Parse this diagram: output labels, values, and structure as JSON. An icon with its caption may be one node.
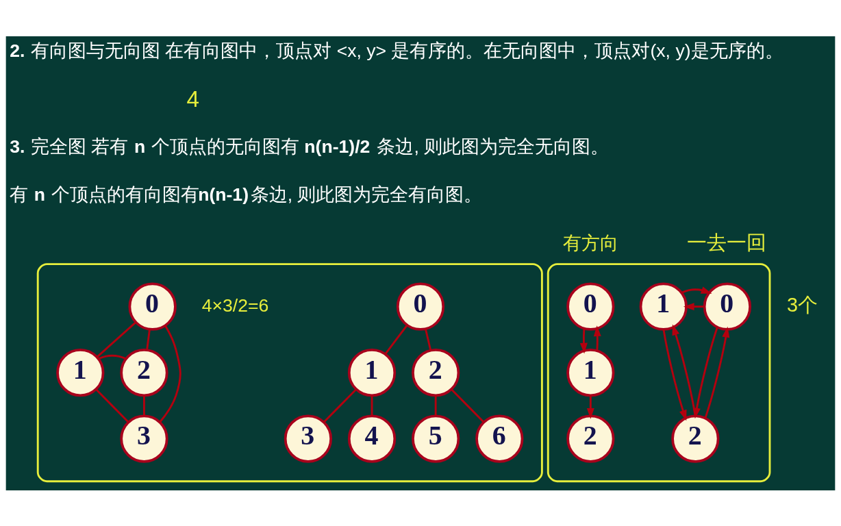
{
  "diagram": {
    "nodes": [
      {
        "text": [],
        "shape": "box"
      },
      {
        "text": [
          "0"
        ],
        "in": 0
      },
      {
        "text": [
          "1"
        ],
        "in": 0
      },
      {
        "text": [
          "2"
        ],
        "in": 0
      },
      {
        "text": [
          "3"
        ],
        "in": 0
      },
      {
        "text": [
          "0"
        ],
        "in": 0
      },
      {
        "text": [
          "1"
        ],
        "in": 0
      },
      {
        "text": [
          "2"
        ],
        "in": 0
      },
      {
        "text": [
          "3"
        ],
        "in": 0
      },
      {
        "text": [
          "4"
        ],
        "in": 0
      },
      {
        "text": [
          "5"
        ],
        "in": 0
      },
      {
        "text": [
          "6"
        ],
        "in": 0
      },
      {
        "text": [],
        "shape": "box"
      },
      {
        "text": [
          "0"
        ],
        "in": 12
      },
      {
        "text": [
          "1"
        ],
        "in": 12
      },
      {
        "text": [
          "2"
        ],
        "in": 12
      },
      {
        "text": [
          "0"
        ],
        "in": 12
      },
      {
        "text": [
          "1"
        ],
        "in": 12
      },
      {
        "text": [
          "2"
        ],
        "in": 12
      }
    ],
    "edges": [
      {
        "from": 1,
        "to": 2,
        "arrow": "none"
      },
      {
        "from": 1,
        "to": 3,
        "arrow": "none"
      },
      {
        "from": 1,
        "to": 4,
        "arrow": "none"
      },
      {
        "from": 2,
        "to": 3,
        "arrow": "none"
      },
      {
        "from": 2,
        "to": 4,
        "arrow": "none"
      },
      {
        "from": 3,
        "to": 4,
        "arrow": "none"
      },
      {
        "from": 5,
        "to": 6,
        "arrow": "none"
      },
      {
        "from": 5,
        "to": 7,
        "arrow": "none"
      },
      {
        "from": 6,
        "to": 8,
        "arrow": "none"
      },
      {
        "from": 6,
        "to": 9,
        "arrow": "none"
      },
      {
        "from": 7,
        "to": 10,
        "arrow": "none"
      },
      {
        "from": 7,
        "to": 11,
        "arrow": "none"
      },
      {
        "from": 13,
        "to": 14,
        "arrow": "to"
      },
      {
        "from": 14,
        "to": 13,
        "arrow": "to"
      },
      {
        "from": 14,
        "to": 15,
        "arrow": "to"
      },
      {
        "from": 16,
        "to": 17,
        "arrow": "to"
      },
      {
        "from": 17,
        "to": 16,
        "arrow": "to"
      },
      {
        "from": 16,
        "to": 18,
        "arrow": "to"
      },
      {
        "from": 18,
        "to": 16,
        "arrow": "to"
      },
      {
        "from": 18,
        "to": 17,
        "arrow": "to"
      },
      {
        "from": 17,
        "to": 18,
        "arrow": "to"
      }
    ],
    "labels": [
      "**2.** 有向图与无向图 在有向图中，顶点对 <x, y> 是有序的。在无向图中，顶点对(x, y)是无序的。",
      "4",
      "**3.** 完全图 若有 **n** 个顶点的无向图有 **n(n-1)/2** 条边, 则此图为完全无向图。",
      "有 **n** 个顶点的有向图有**n(n-1)**条边, 则此图为完全有向图。",
      "有方向",
      "一去一回",
      "4×3/2=6",
      "3个"
    ]
  }
}
